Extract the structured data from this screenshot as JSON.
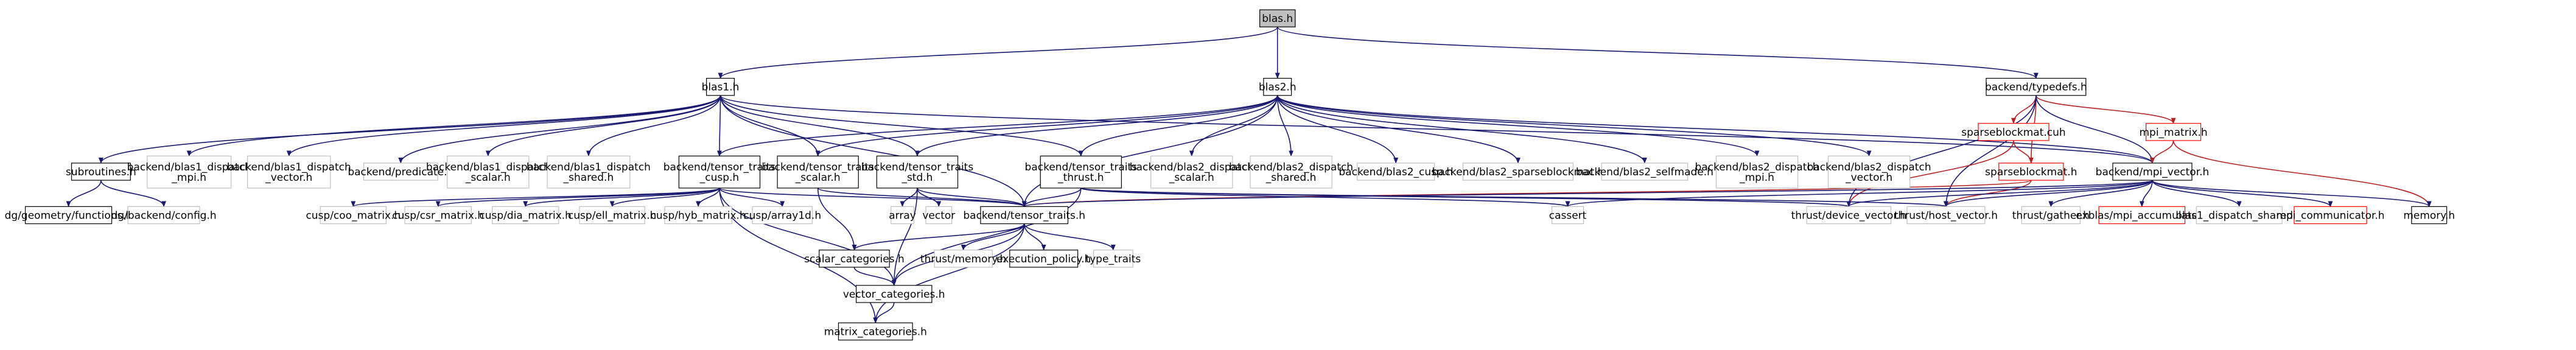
{
  "graph": {
    "nodes": [
      {
        "id": "blas_h",
        "lines": [
          "blas.h"
        ],
        "style": "root"
      },
      {
        "id": "blas1_h",
        "lines": [
          "blas1.h"
        ],
        "style": "normal"
      },
      {
        "id": "blas2_h",
        "lines": [
          "blas2.h"
        ],
        "style": "normal"
      },
      {
        "id": "typedefs_h",
        "lines": [
          "backend/typedefs.h"
        ],
        "style": "normal"
      },
      {
        "id": "subroutines_h",
        "lines": [
          "subroutines.h"
        ],
        "style": "normal"
      },
      {
        "id": "blas1_dispatch_mpi",
        "lines": [
          "backend/blas1_dispatch",
          "_mpi.h"
        ],
        "style": "leaf"
      },
      {
        "id": "blas1_dispatch_vector",
        "lines": [
          "backend/blas1_dispatch",
          "_vector.h"
        ],
        "style": "leaf"
      },
      {
        "id": "predicate_h",
        "lines": [
          "backend/predicate.h"
        ],
        "style": "leaf"
      },
      {
        "id": "blas1_dispatch_scalar",
        "lines": [
          "backend/blas1_dispatch",
          "_scalar.h"
        ],
        "style": "leaf"
      },
      {
        "id": "blas1_dispatch_shared",
        "lines": [
          "backend/blas1_dispatch",
          "_shared.h"
        ],
        "style": "leaf"
      },
      {
        "id": "tt_cusp",
        "lines": [
          "backend/tensor_traits",
          "_cusp.h"
        ],
        "style": "normal"
      },
      {
        "id": "tt_scalar",
        "lines": [
          "backend/tensor_traits",
          "_scalar.h"
        ],
        "style": "normal"
      },
      {
        "id": "tt_std",
        "lines": [
          "backend/tensor_traits",
          "_std.h"
        ],
        "style": "normal"
      },
      {
        "id": "tt_thrust",
        "lines": [
          "backend/tensor_traits",
          "_thrust.h"
        ],
        "style": "normal"
      },
      {
        "id": "blas2_dispatch_scalar",
        "lines": [
          "backend/blas2_dispatch",
          "_scalar.h"
        ],
        "style": "leaf"
      },
      {
        "id": "blas2_dispatch_shared",
        "lines": [
          "backend/blas2_dispatch",
          "_shared.h"
        ],
        "style": "leaf"
      },
      {
        "id": "blas2_cusp",
        "lines": [
          "backend/blas2_cusp.h"
        ],
        "style": "leaf"
      },
      {
        "id": "blas2_sparseblockmat",
        "lines": [
          "backend/blas2_sparseblockmat.h"
        ],
        "style": "leaf"
      },
      {
        "id": "blas2_selfmade",
        "lines": [
          "backend/blas2_selfmade.h"
        ],
        "style": "leaf"
      },
      {
        "id": "blas2_dispatch_mpi",
        "lines": [
          "backend/blas2_dispatch",
          "_mpi.h"
        ],
        "style": "leaf"
      },
      {
        "id": "blas2_dispatch_vector",
        "lines": [
          "backend/blas2_dispatch",
          "_vector.h"
        ],
        "style": "leaf"
      },
      {
        "id": "sparseblockmat_cuh",
        "lines": [
          "sparseblockmat.cuh"
        ],
        "style": "red"
      },
      {
        "id": "mpi_matrix",
        "lines": [
          "mpi_matrix.h"
        ],
        "style": "red"
      },
      {
        "id": "sparseblockmat_h",
        "lines": [
          "sparseblockmat.h"
        ],
        "style": "red"
      },
      {
        "id": "mpi_vector",
        "lines": [
          "backend/mpi_vector.h"
        ],
        "style": "normal"
      },
      {
        "id": "geometry_functions",
        "lines": [
          "dg/geometry/functions.h"
        ],
        "style": "normal"
      },
      {
        "id": "backend_config",
        "lines": [
          "dg/backend/config.h"
        ],
        "style": "leaf"
      },
      {
        "id": "coo_matrix",
        "lines": [
          "cusp/coo_matrix.h"
        ],
        "style": "leaf"
      },
      {
        "id": "csr_matrix",
        "lines": [
          "cusp/csr_matrix.h"
        ],
        "style": "leaf"
      },
      {
        "id": "dia_matrix",
        "lines": [
          "cusp/dia_matrix.h"
        ],
        "style": "leaf"
      },
      {
        "id": "ell_matrix",
        "lines": [
          "cusp/ell_matrix.h"
        ],
        "style": "leaf"
      },
      {
        "id": "hyb_matrix",
        "lines": [
          "cusp/hyb_matrix.h"
        ],
        "style": "leaf"
      },
      {
        "id": "cusp_array1d",
        "lines": [
          "cusp/array1d.h"
        ],
        "style": "leaf"
      },
      {
        "id": "array",
        "lines": [
          "array"
        ],
        "style": "leaf"
      },
      {
        "id": "vector",
        "lines": [
          "vector"
        ],
        "style": "leaf"
      },
      {
        "id": "tensor_traits_h",
        "lines": [
          "backend/tensor_traits.h"
        ],
        "style": "normal"
      },
      {
        "id": "cassert",
        "lines": [
          "cassert"
        ],
        "style": "leaf"
      },
      {
        "id": "device_vector",
        "lines": [
          "thrust/device_vector.h"
        ],
        "style": "leaf"
      },
      {
        "id": "host_vector",
        "lines": [
          "thrust/host_vector.h"
        ],
        "style": "leaf"
      },
      {
        "id": "thrust_gather",
        "lines": [
          "thrust/gather.h"
        ],
        "style": "leaf"
      },
      {
        "id": "exblas_mpi",
        "lines": [
          "exblas/mpi_accumulate.h"
        ],
        "style": "red"
      },
      {
        "id": "blas1_dispatch_shared2",
        "lines": [
          "blas1_dispatch_shared.h"
        ],
        "style": "leaf"
      },
      {
        "id": "mpi_communicator",
        "lines": [
          "mpi_communicator.h"
        ],
        "style": "red"
      },
      {
        "id": "memory_h",
        "lines": [
          "memory.h"
        ],
        "style": "normal"
      },
      {
        "id": "scalar_categories",
        "lines": [
          "scalar_categories.h"
        ],
        "style": "normal"
      },
      {
        "id": "thrust_memory",
        "lines": [
          "thrust/memory.h"
        ],
        "style": "leaf"
      },
      {
        "id": "execution_policy",
        "lines": [
          "execution_policy.h"
        ],
        "style": "normal"
      },
      {
        "id": "type_traits",
        "lines": [
          "type_traits"
        ],
        "style": "leaf"
      },
      {
        "id": "vector_categories",
        "lines": [
          "vector_categories.h"
        ],
        "style": "normal"
      },
      {
        "id": "matrix_categories",
        "lines": [
          "matrix_categories.h"
        ],
        "style": "normal"
      }
    ],
    "edges": [
      [
        "blas_h",
        "blas1_h"
      ],
      [
        "blas_h",
        "blas2_h"
      ],
      [
        "blas_h",
        "typedefs_h"
      ],
      [
        "blas1_h",
        "subroutines_h"
      ],
      [
        "blas1_h",
        "blas1_dispatch_mpi"
      ],
      [
        "blas1_h",
        "blas1_dispatch_vector"
      ],
      [
        "blas1_h",
        "predicate_h"
      ],
      [
        "blas1_h",
        "blas1_dispatch_scalar"
      ],
      [
        "blas1_h",
        "blas1_dispatch_shared"
      ],
      [
        "blas1_h",
        "tt_cusp"
      ],
      [
        "blas1_h",
        "tt_scalar"
      ],
      [
        "blas1_h",
        "tt_std"
      ],
      [
        "blas1_h",
        "tt_thrust"
      ],
      [
        "blas1_h",
        "tensor_traits_h"
      ],
      [
        "blas1_h",
        "mpi_vector"
      ],
      [
        "blas2_h",
        "tt_cusp"
      ],
      [
        "blas2_h",
        "tt_scalar"
      ],
      [
        "blas2_h",
        "tt_std"
      ],
      [
        "blas2_h",
        "tt_thrust"
      ],
      [
        "blas2_h",
        "blas2_dispatch_scalar"
      ],
      [
        "blas2_h",
        "blas2_dispatch_shared"
      ],
      [
        "blas2_h",
        "blas2_cusp"
      ],
      [
        "blas2_h",
        "blas2_sparseblockmat"
      ],
      [
        "blas2_h",
        "blas2_selfmade"
      ],
      [
        "blas2_h",
        "blas2_dispatch_mpi"
      ],
      [
        "blas2_h",
        "blas2_dispatch_vector"
      ],
      [
        "blas2_h",
        "tensor_traits_h"
      ],
      [
        "blas2_h",
        "mpi_vector"
      ],
      [
        "typedefs_h",
        "sparseblockmat_cuh"
      ],
      [
        "typedefs_h",
        "mpi_matrix"
      ],
      [
        "typedefs_h",
        "sparseblockmat_h"
      ],
      [
        "typedefs_h",
        "mpi_vector"
      ],
      [
        "typedefs_h",
        "device_vector"
      ],
      [
        "typedefs_h",
        "host_vector"
      ],
      [
        "sparseblockmat_cuh",
        "sparseblockmat_h"
      ],
      [
        "sparseblockmat_cuh",
        "device_vector"
      ],
      [
        "sparseblockmat_h",
        "host_vector"
      ],
      [
        "sparseblockmat_h",
        "tensor_traits_h"
      ],
      [
        "mpi_matrix",
        "mpi_vector"
      ],
      [
        "mpi_matrix",
        "memory_h"
      ],
      [
        "mpi_vector",
        "tensor_traits_h"
      ],
      [
        "mpi_vector",
        "cassert"
      ],
      [
        "mpi_vector",
        "device_vector"
      ],
      [
        "mpi_vector",
        "host_vector"
      ],
      [
        "mpi_vector",
        "thrust_gather"
      ],
      [
        "mpi_vector",
        "exblas_mpi"
      ],
      [
        "mpi_vector",
        "blas1_dispatch_shared2"
      ],
      [
        "mpi_vector",
        "mpi_communicator"
      ],
      [
        "mpi_vector",
        "memory_h"
      ],
      [
        "subroutines_h",
        "geometry_functions"
      ],
      [
        "subroutines_h",
        "backend_config"
      ],
      [
        "tt_cusp",
        "coo_matrix"
      ],
      [
        "tt_cusp",
        "csr_matrix"
      ],
      [
        "tt_cusp",
        "dia_matrix"
      ],
      [
        "tt_cusp",
        "ell_matrix"
      ],
      [
        "tt_cusp",
        "hyb_matrix"
      ],
      [
        "tt_cusp",
        "cusp_array1d"
      ],
      [
        "tt_cusp",
        "tensor_traits_h"
      ],
      [
        "tt_cusp",
        "vector_categories"
      ],
      [
        "tt_cusp",
        "matrix_categories"
      ],
      [
        "tt_scalar",
        "tensor_traits_h"
      ],
      [
        "tt_scalar",
        "scalar_categories"
      ],
      [
        "tt_std",
        "array"
      ],
      [
        "tt_std",
        "vector"
      ],
      [
        "tt_std",
        "tensor_traits_h"
      ],
      [
        "tt_std",
        "vector_categories"
      ],
      [
        "tt_thrust",
        "tensor_traits_h"
      ],
      [
        "tt_thrust",
        "cassert"
      ],
      [
        "tt_thrust",
        "device_vector"
      ],
      [
        "tt_thrust",
        "host_vector"
      ],
      [
        "tt_thrust",
        "vector_categories"
      ],
      [
        "tensor_traits_h",
        "scalar_categories"
      ],
      [
        "tensor_traits_h",
        "thrust_memory"
      ],
      [
        "tensor_traits_h",
        "execution_policy"
      ],
      [
        "tensor_traits_h",
        "type_traits"
      ],
      [
        "tensor_traits_h",
        "vector_categories"
      ],
      [
        "tensor_traits_h",
        "matrix_categories"
      ],
      [
        "scalar_categories",
        "vector_categories"
      ],
      [
        "vector_categories",
        "matrix_categories"
      ]
    ]
  }
}
